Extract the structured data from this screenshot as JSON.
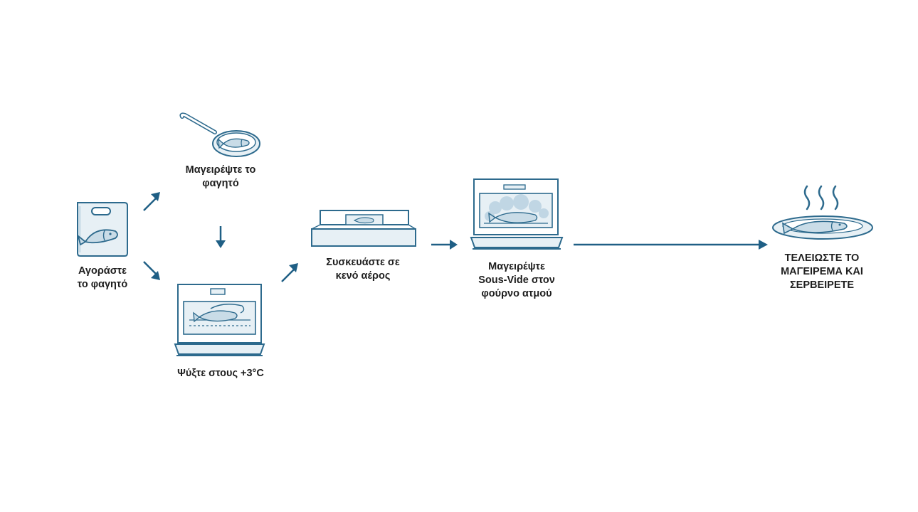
{
  "colors": {
    "stroke": "#2d6a8d",
    "fill": "#e7f0f5",
    "fill_dark": "#c9dce7",
    "arrow": "#1f5f85",
    "text": "#1e1e1e"
  },
  "steps": {
    "buy": {
      "line1": "Αγοράστε",
      "line2": "το φαγητό",
      "icon": "fish-bag-icon"
    },
    "cook": {
      "line1": "Μαγειρέψτε το",
      "line2": "φαγητό",
      "icon": "frying-pan-fish-icon"
    },
    "cool": {
      "line1": "Ψύξτε στους +3°C",
      "icon": "oven-fish-icon"
    },
    "vacuum": {
      "line1": "Συσκευάστε σε",
      "line2": "κενό αέρος",
      "icon": "vacuum-sealer-icon"
    },
    "sousvide": {
      "line1": "Μαγειρέψτε",
      "line2": "Sous-Vide στον",
      "line3": "φούρνο ατμού",
      "icon": "steam-oven-icon"
    },
    "serve": {
      "line1": "ΤΕΛΕΙΩΣΤΕ ΤΟ",
      "line2": "ΜΑΓΕΙΡΕΜΑ ΚΑΙ",
      "line3": "ΣΕΡΒΕΙΡΕΤΕ",
      "icon": "plate-fish-steam-icon"
    }
  }
}
